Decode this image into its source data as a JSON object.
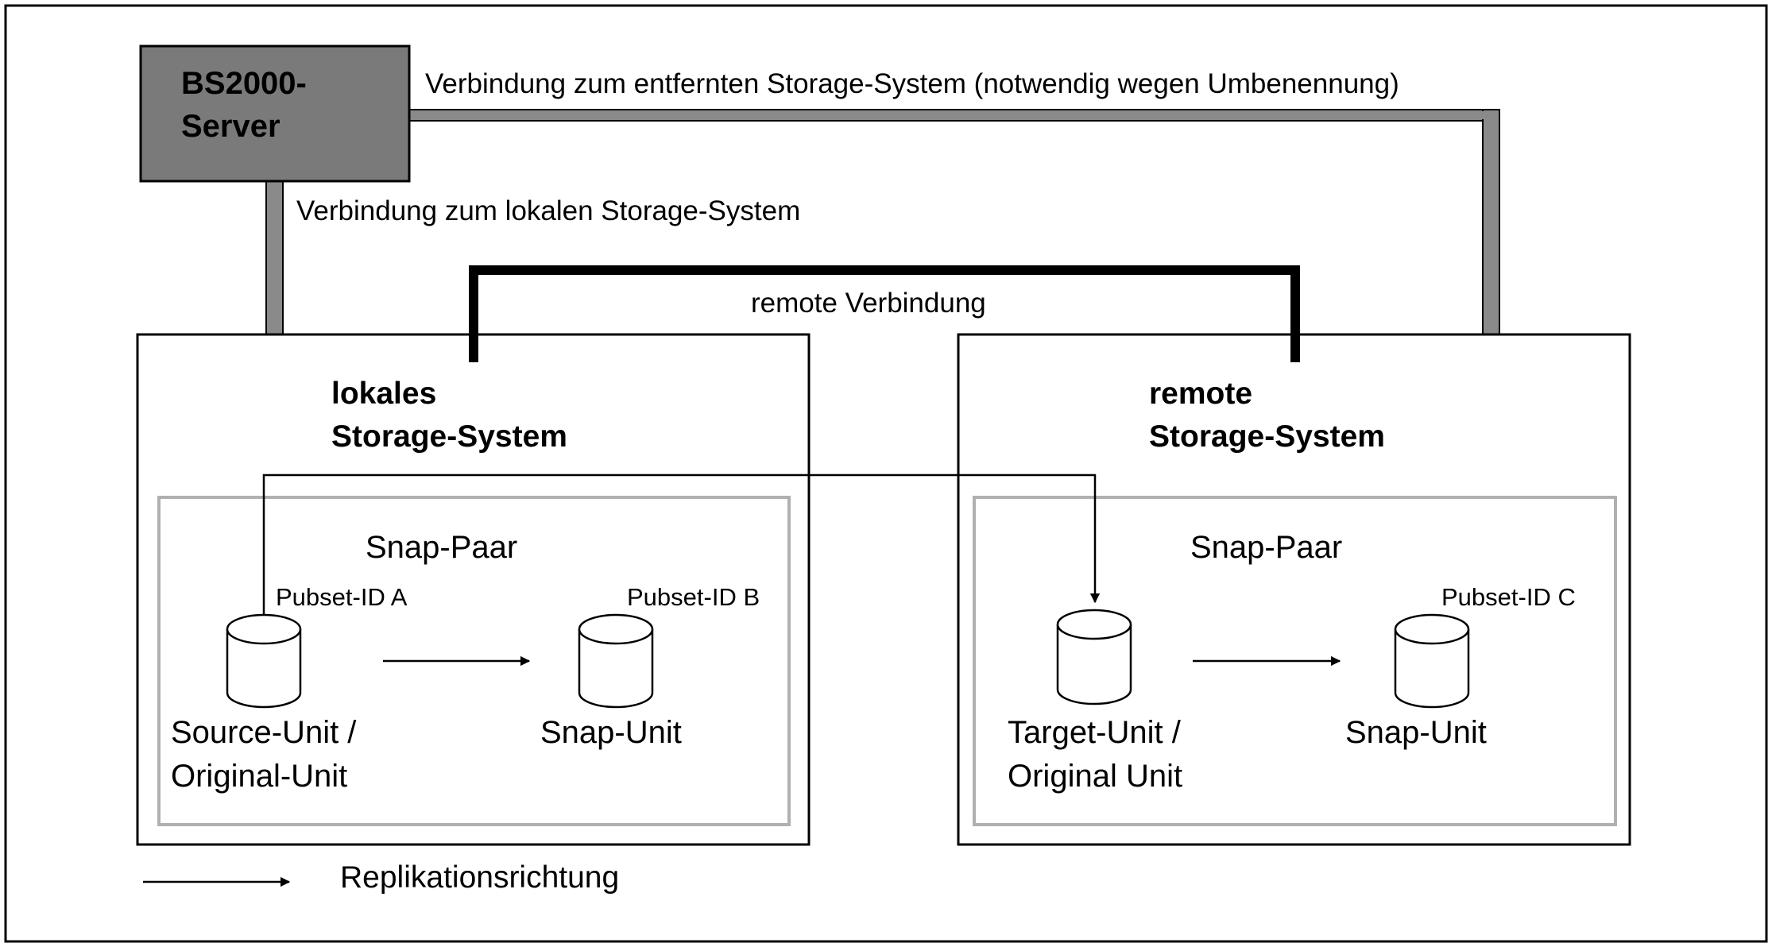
{
  "server": {
    "line1": "BS2000-",
    "line2": "Server"
  },
  "connections": {
    "remote_storage_label": "Verbindung zum entfernten Storage-System (notwendig wegen Umbenennung)",
    "local_storage_label": "Verbindung zum lokalen Storage-System",
    "remote_link_label": "remote Verbindung"
  },
  "local_system": {
    "title_line1": "lokales",
    "title_line2": "Storage-System",
    "pair_label": "Snap-Paar",
    "source_pubset": "Pubset-ID A",
    "snap_pubset": "Pubset-ID B",
    "source_unit_line1": "Source-Unit /",
    "source_unit_line2": "Original-Unit",
    "snap_unit": "Snap-Unit"
  },
  "remote_system": {
    "title_line1": "remote",
    "title_line2": "Storage-System",
    "pair_label": "Snap-Paar",
    "snap_pubset": "Pubset-ID C",
    "target_unit_line1": "Target-Unit /",
    "target_unit_line2": "Original Unit",
    "snap_unit": "Snap-Unit"
  },
  "legend": {
    "label": "Replikationsrichtung"
  },
  "colors": {
    "server_fill": "#7a7a7a",
    "connector_gray": "#8a8a8a",
    "inner_box_border": "#b0b0b0",
    "remote_link": "#000000"
  },
  "icons": {
    "disk": "cylinder-icon",
    "arrow": "arrow-right-icon"
  }
}
